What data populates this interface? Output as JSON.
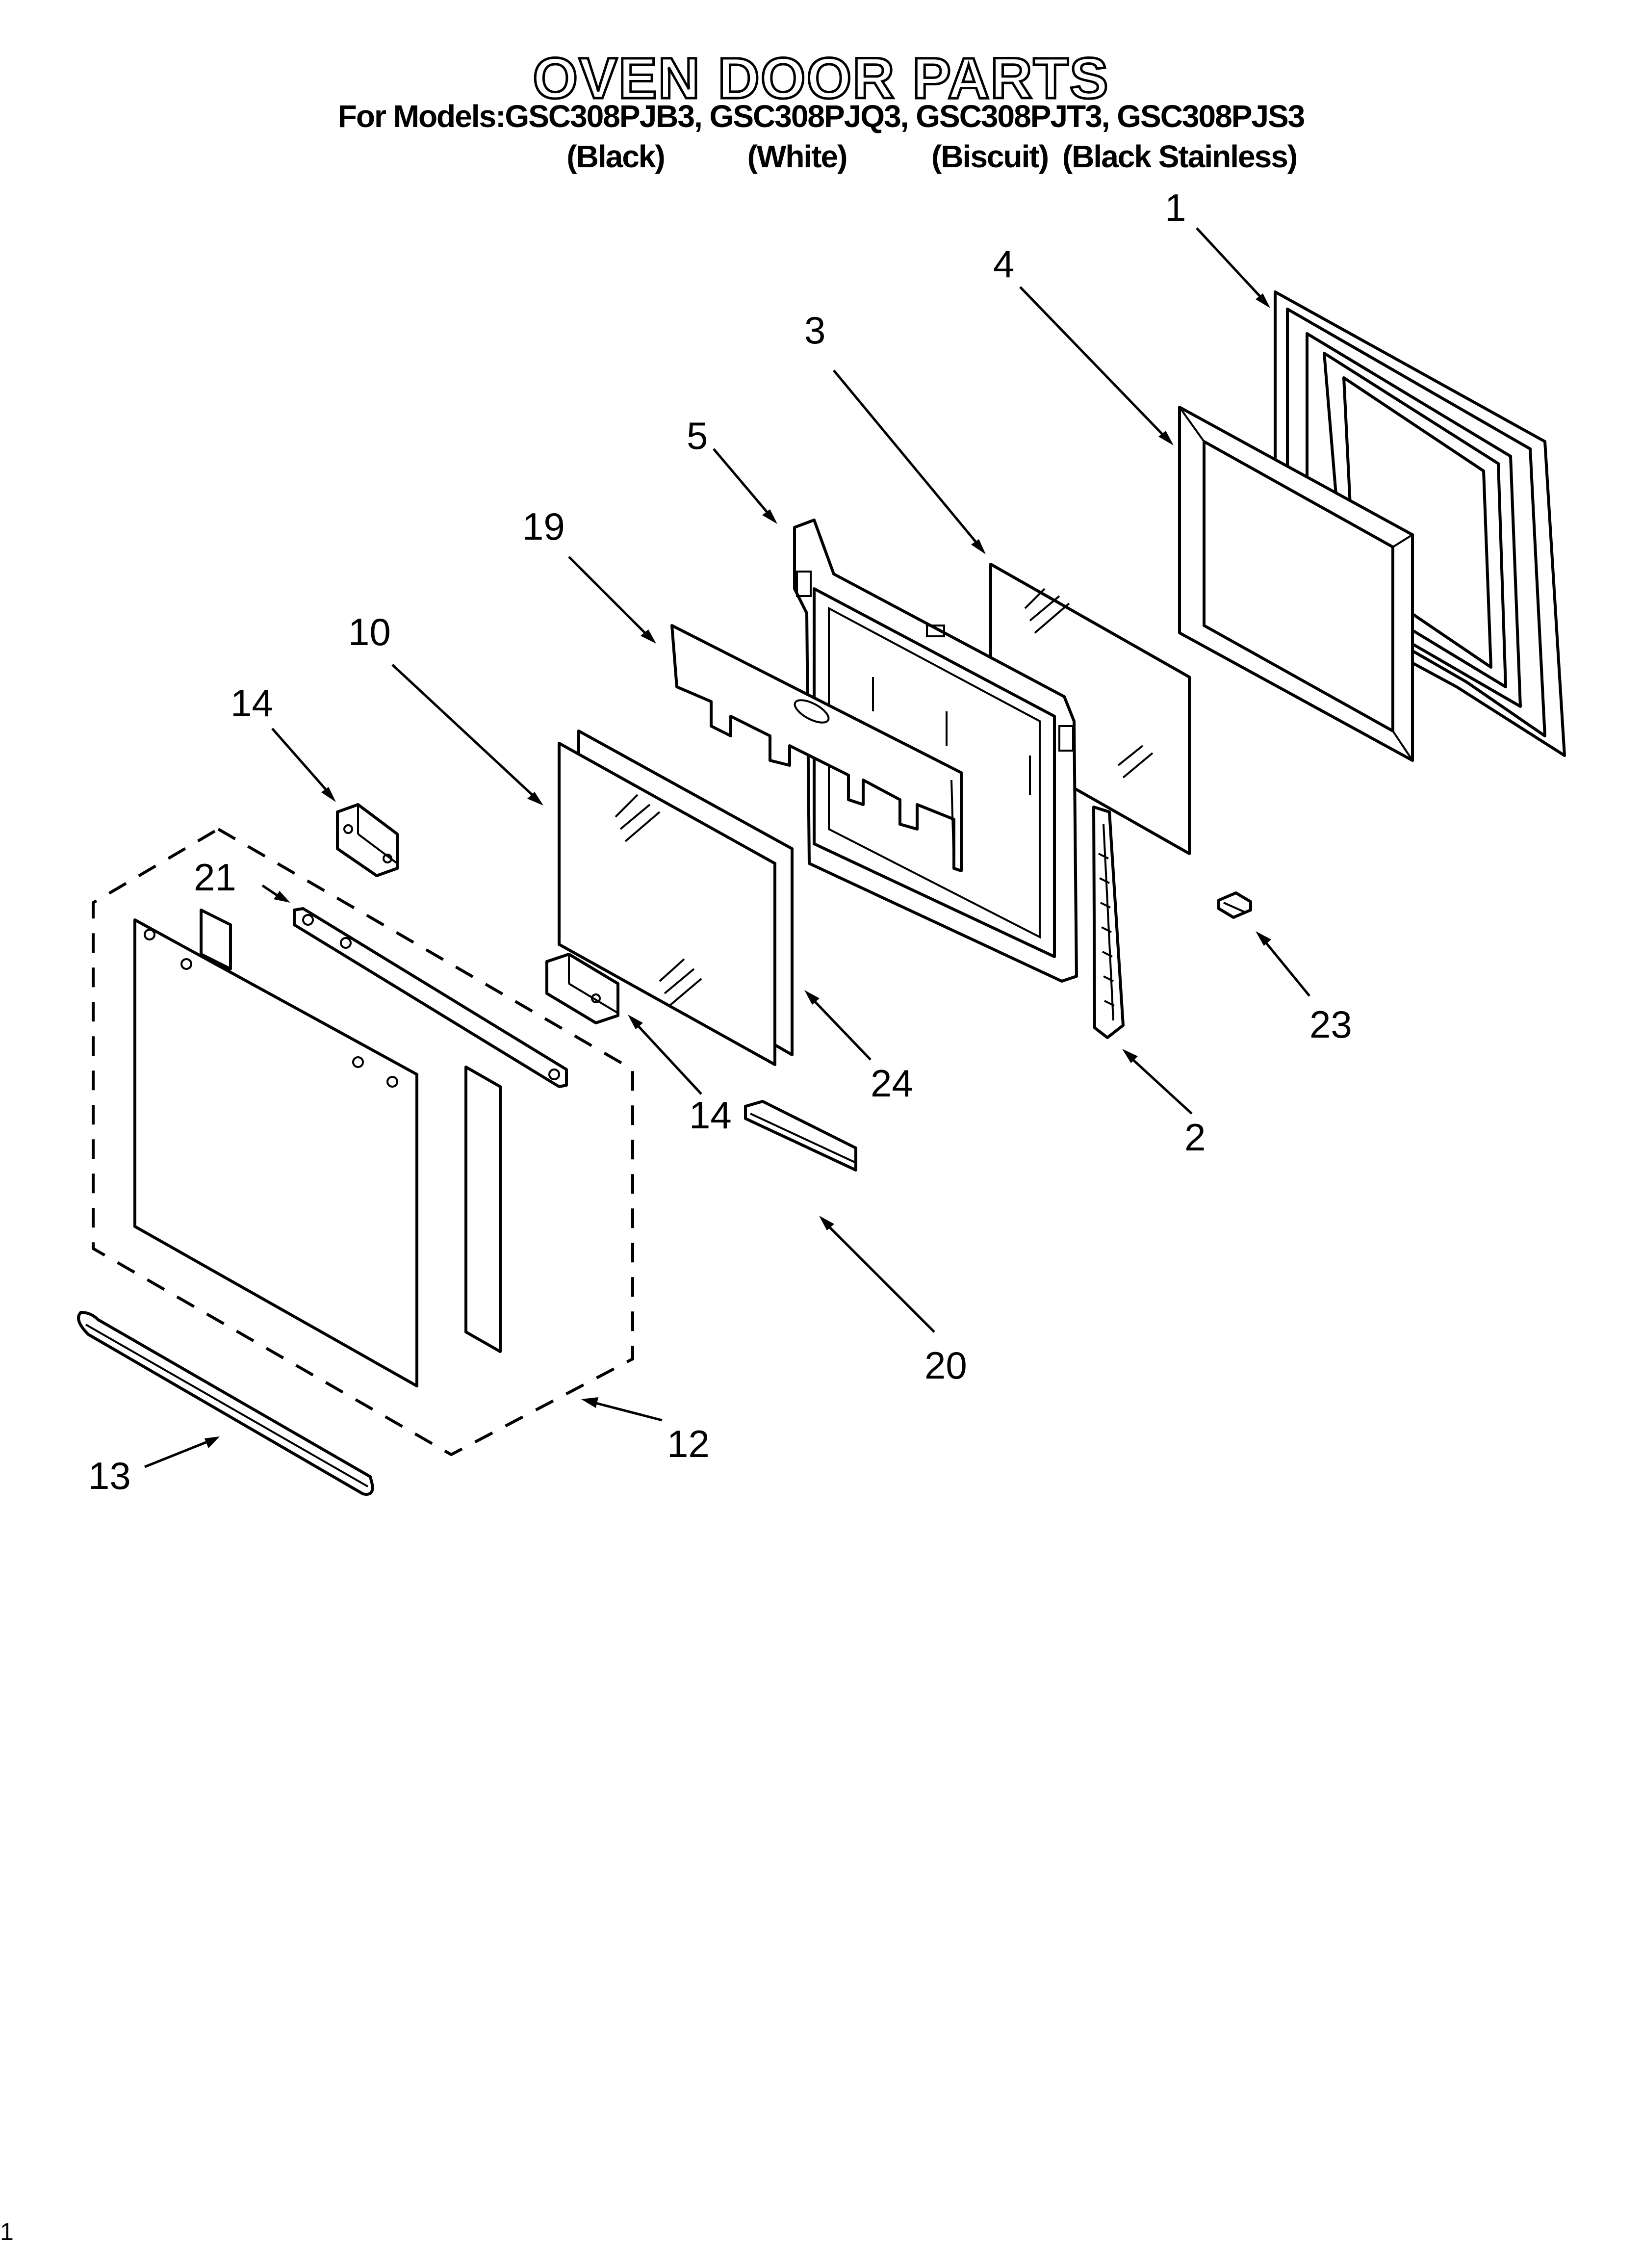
{
  "header": {
    "title": "OVEN DOOR PARTS",
    "models": "For Models:GSC308PJB3, GSC308PJQ3, GSC308PJT3, GSC308PJS3",
    "colors": [
      "(Black)",
      "(White)",
      "(Biscuit)",
      "(Black Stainless)"
    ]
  },
  "callouts": [
    "1",
    "4",
    "3",
    "5",
    "19",
    "10",
    "14",
    "21",
    "23",
    "24",
    "14",
    "2",
    "20",
    "12",
    "13"
  ],
  "footer": {
    "page_number": "1"
  },
  "colors": {
    "line": "#000000",
    "background": "#ffffff"
  }
}
